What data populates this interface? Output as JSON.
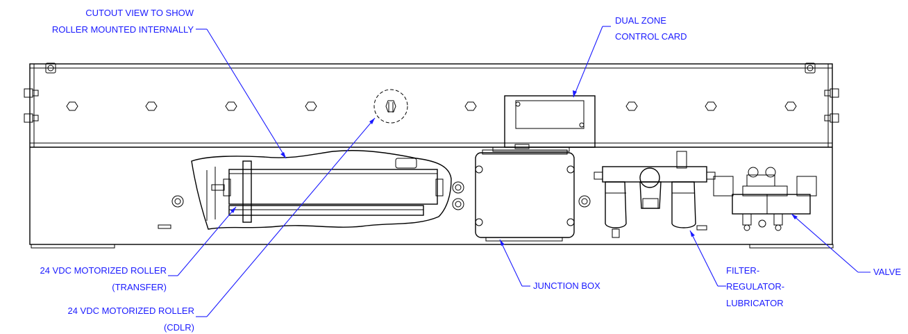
{
  "labels": {
    "cutout_line1": "CUTOUT VIEW TO SHOW",
    "cutout_line2": "ROLLER MOUNTED INTERNALLY",
    "card_line1": "DUAL ZONE",
    "card_line2": "CONTROL CARD",
    "transfer_line1": "24 VDC MOTORIZED ROLLER",
    "transfer_line2": "(TRANSFER)",
    "cdlr_line1": "24 VDC MOTORIZED ROLLER",
    "cdlr_line2": "(CDLR)",
    "junction": "JUNCTION BOX",
    "frl_line1": "FILTER-",
    "frl_line2": "REGULATOR-",
    "frl_line3": "LUBRICATOR",
    "valve": "VALVE"
  },
  "colors": {
    "callout": "#1a1aff",
    "drawing": "#000000"
  }
}
